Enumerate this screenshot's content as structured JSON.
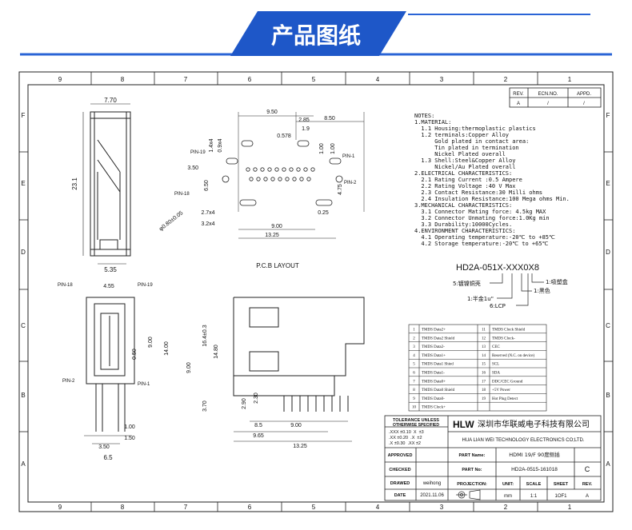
{
  "banner": {
    "title": "产品图纸",
    "accent": "#1e57c8",
    "line": "#2a64d6"
  },
  "frame": {
    "col_labels": [
      "9",
      "8",
      "7",
      "6",
      "5",
      "4",
      "3",
      "2",
      "1"
    ],
    "row_labels": [
      "F",
      "E",
      "D",
      "C",
      "B",
      "A"
    ]
  },
  "revision": {
    "headers": [
      "REV.",
      "ECN.NO.",
      "APPD."
    ],
    "row": [
      "A",
      "/",
      "/"
    ]
  },
  "side_view": {
    "dims": [
      "7.70",
      "23.1",
      "5.35"
    ]
  },
  "pcb_layout": {
    "title": "P.C.B LAYOUT",
    "dims": [
      "9.50",
      "2.85",
      "8.50",
      "0.578",
      "1.9",
      "1.4x4",
      "0.9x4",
      "3.50",
      "6.50",
      "4.75",
      "2.7x4",
      "0.25",
      "3.2x4",
      "9.00",
      "13.25",
      "1.00",
      "1.00",
      "φ0.80±0.05"
    ],
    "pins": [
      "PIN-19",
      "PIN-1",
      "PIN-18",
      "PIN-2"
    ]
  },
  "front_view": {
    "dims": [
      "4.55",
      "0.50",
      "9.00",
      "14.00",
      "1.00",
      "1.50",
      "3.50",
      "6.5"
    ],
    "pins": [
      "PIN-18",
      "PIN-19",
      "PIN-2",
      "PIN-1"
    ]
  },
  "right_view": {
    "dims": [
      "16.4±0.3",
      "14.80",
      "9.00",
      "3.70",
      "2.90",
      "2.30",
      "8.5",
      "9.65",
      "9.00",
      "13.25"
    ]
  },
  "notes": {
    "lines": [
      "NOTES:",
      "1.MATERIAL:",
      "  1.1 Housing:thermoplastic plastics",
      "  1.2 terminals:Copper Alloy",
      "      Gold plated in contact area:",
      "      Tin plated in termination",
      "      Nickel Plated overall",
      "  1.3 Shell:Steel&Copper Alloy",
      "      Nickel/Au Plated overall",
      "2.ELECTRICAL CHARACTERISTICS:",
      "  2.1 Rating Current :0.5 Ampere",
      "  2.2 Rating Voltage :40 V Max",
      "  2.3 Contact Resistance:30 Milli ohms",
      "  2.4 Insulation Resistance:100 Mega ohms Min.",
      "3.MECHANICAL CHARACTERISTICS:",
      "  3.1 Connector Mating force: 4.5kg MAX",
      "  3.2 Connector Unmating force:1.0Kg min",
      "  3.3 Durability:10000Cycles.",
      "4.ENVIRONMENT CHARACTERISTICS:",
      "  4.1 Operating temperature:-20℃ to +85℃",
      "  4.2 Storage temperature:-20℃ to +65℃"
    ]
  },
  "part_code": {
    "code": "HD2A-051X-XXX0X8",
    "legend": [
      "1:吸塑盒",
      "1:黑色",
      "5:镀镍铜壳",
      "1:半金1u\"",
      "6:LCP"
    ]
  },
  "pin_table": [
    [
      "1",
      "TMDS Data2+",
      "11",
      "TMDS Clock Shield"
    ],
    [
      "2",
      "TMDS Data2 Shield",
      "12",
      "TMDS Clock-"
    ],
    [
      "3",
      "TMDS Data2-",
      "13",
      "CEC"
    ],
    [
      "4",
      "TMDS Data1+",
      "14",
      "Reserved (N.C. on device)"
    ],
    [
      "5",
      "TMDS Data1 Shied",
      "15",
      "SCL"
    ],
    [
      "6",
      "TMDS Data1-",
      "16",
      "SDA"
    ],
    [
      "7",
      "TMDS Data0+",
      "17",
      "DDC/CEC Ground"
    ],
    [
      "8",
      "TMDS Data0 Shield",
      "18",
      "+5V Power"
    ],
    [
      "9",
      "TMDS Data0-",
      "19",
      "Hot Plug Detect"
    ],
    [
      "10",
      "TMDS Clock+",
      "",
      ""
    ]
  ],
  "title_block": {
    "tolerance_title": "TOLERANCE UNLESS",
    "tolerance_sub": "OTHERWISE SPECIFIED",
    "tolerances": [
      ".XXX ±0.10  X  ±3",
      ".XX ±0.20  .X  ±2",
      ".X ±0.30  .XX ±2"
    ],
    "logo": "HLW",
    "company_cn": "深圳市华联威电子科技有限公司",
    "company_en": "HUA LIAN WEI TECHNOLOGY ELECTRONICS CO;LTD.",
    "approved_label": "APPROVED",
    "checked_label": "CHECKED",
    "drawn_label": "DRAWED",
    "drawn_by": "weihong",
    "date_label": "DATE",
    "date": "2021.11.06",
    "part_name_label": "PART Name:",
    "part_name": "HDMI 19/F 90度侧插",
    "part_no_label": "PART No:",
    "part_no": "HD2A-0515-161018",
    "rev_mark": "C",
    "projection_label": "PROJECTION:",
    "unit_label": "UNIT:",
    "unit": "mm",
    "scale_label": "SCALE",
    "scale": "1:1",
    "sheet_label": "SHEET",
    "sheet": "1OF1",
    "rev_label": "REV.",
    "rev": "A"
  }
}
